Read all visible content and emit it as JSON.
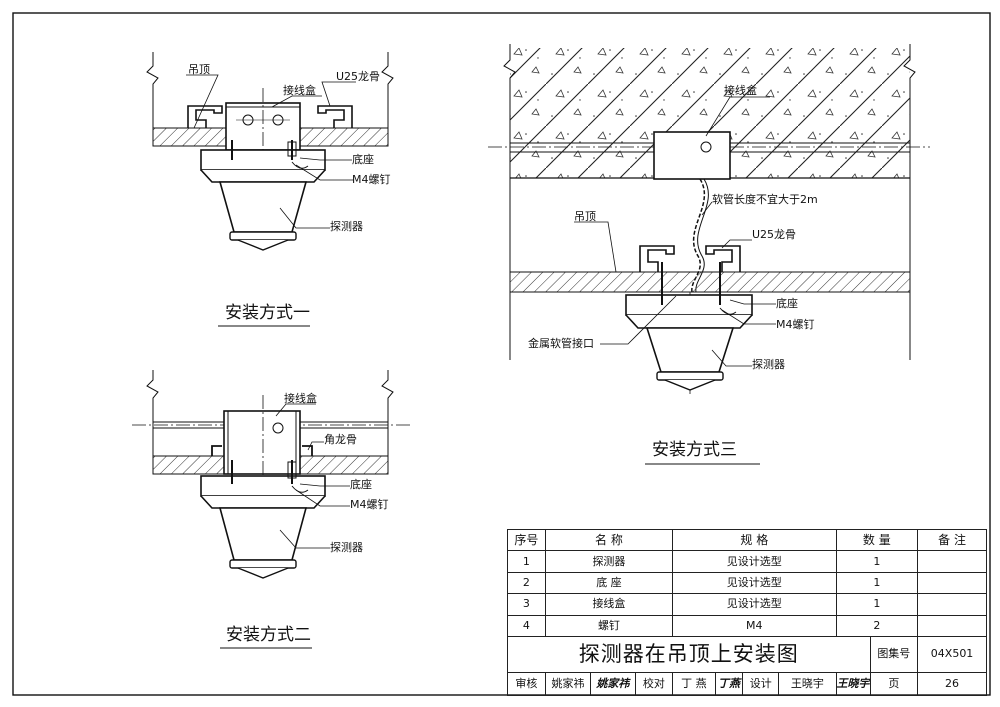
{
  "drawing": {
    "methods": [
      {
        "caption": "安装方式一",
        "labels": {
          "ceiling": "吊顶",
          "keel": "U25龙骨",
          "box": "接线盒",
          "base": "底座",
          "screw": "M4螺钉",
          "detector": "探测器"
        }
      },
      {
        "caption": "安装方式二",
        "labels": {
          "box": "接线盒",
          "keel": "角龙骨",
          "base": "底座",
          "screw": "M4螺钉",
          "detector": "探测器"
        }
      },
      {
        "caption": "安装方式三",
        "labels": {
          "box": "接线盒",
          "hose_note": "软管长度不宜大于2m",
          "ceiling": "吊顶",
          "keel": "U25龙骨",
          "base": "底座",
          "screw": "M4螺钉",
          "hose_joint": "金属软管接口",
          "detector": "探测器"
        }
      }
    ]
  },
  "table": {
    "headers": [
      "序号",
      "名 称",
      "规 格",
      "数 量",
      "备 注"
    ],
    "rows": [
      {
        "no": "1",
        "name": "探测器",
        "spec": "见设计选型",
        "qty": "1",
        "note": ""
      },
      {
        "no": "2",
        "name": "底 座",
        "spec": "见设计选型",
        "qty": "1",
        "note": ""
      },
      {
        "no": "3",
        "name": "接线盒",
        "spec": "见设计选型",
        "qty": "1",
        "note": ""
      },
      {
        "no": "4",
        "name": "螺钉",
        "spec": "M4",
        "qty": "2",
        "note": ""
      }
    ],
    "title": "探测器在吊顶上安装图",
    "atlas_label": "图集号",
    "atlas_no": "04X501",
    "page_label": "页",
    "page_no": "26",
    "sign": {
      "review_label": "审核",
      "reviewer": "姚家祎",
      "reviewer_sig": "姚家祎",
      "check_label": "校对",
      "checker": "丁 燕",
      "checker_sig": "丁燕",
      "design_label": "设计",
      "designer": "王晓宇",
      "designer_sig": "王晓宇"
    }
  }
}
